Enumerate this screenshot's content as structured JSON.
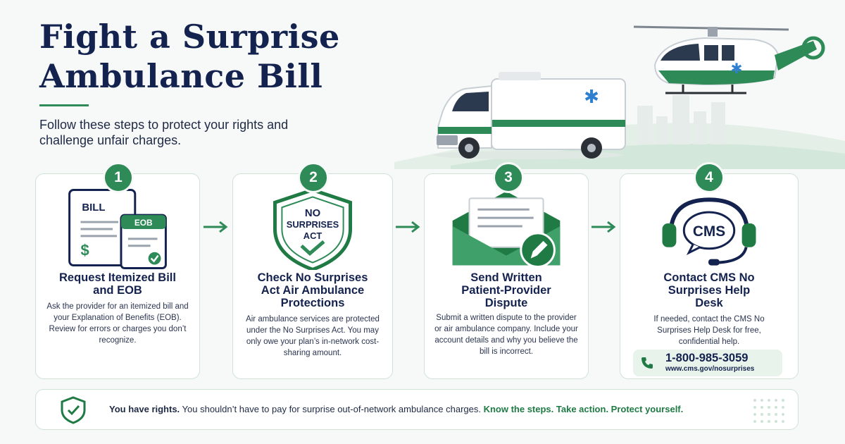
{
  "header": {
    "title_line1": "Fight a Surprise",
    "title_line2": "Ambulance Bill",
    "subtitle": "Follow these steps to protect your rights and challenge unfair charges."
  },
  "steps": [
    {
      "number": "1",
      "title": "Request Itemized Bill and EOB",
      "body": "Ask the provider for an itemized bill and your Explanation of Benefits (EOB). Review for errors or charges you don’t recognize.",
      "icon": "bill-eob-document-icon",
      "icon_labels": {
        "bill": "BILL",
        "eob": "EOB",
        "dollar": "$"
      }
    },
    {
      "number": "2",
      "title": "Check No Surprises Act Air Ambulance Protections",
      "body": "Air ambulance services are protected under the No Surprises Act. You may only owe your plan’s in-network cost-sharing amount.",
      "icon": "shield-check-icon",
      "icon_labels": {
        "line1": "NO",
        "line2": "SURPRISES",
        "line3": "ACT"
      }
    },
    {
      "number": "3",
      "title": "Send Written Patient-Provider Dispute",
      "body": "Submit a written dispute to the provider or air ambulance company. Include your account details and why you believe the bill is incorrect.",
      "icon": "envelope-pencil-icon"
    },
    {
      "number": "4",
      "title": "Contact CMS No Surprises Help Desk",
      "body": "If needed, contact the CMS No Surprises Help Desk for free, confidential help.",
      "icon": "headset-icon",
      "icon_labels": {
        "cms": "CMS"
      },
      "phone": "1-800-985-3059",
      "url": "www.cms.gov/nosurprises"
    }
  ],
  "banner": {
    "lead": "You have rights.",
    "text": " You shouldn’t have to pay for surprise out-of-network ambulance charges. ",
    "cta": "Know the steps. Take action. Protect yourself."
  },
  "colors": {
    "navy": "#13224e",
    "green": "#2e8b57",
    "light_green": "#e8f3ec",
    "border": "#cfe3d7"
  }
}
